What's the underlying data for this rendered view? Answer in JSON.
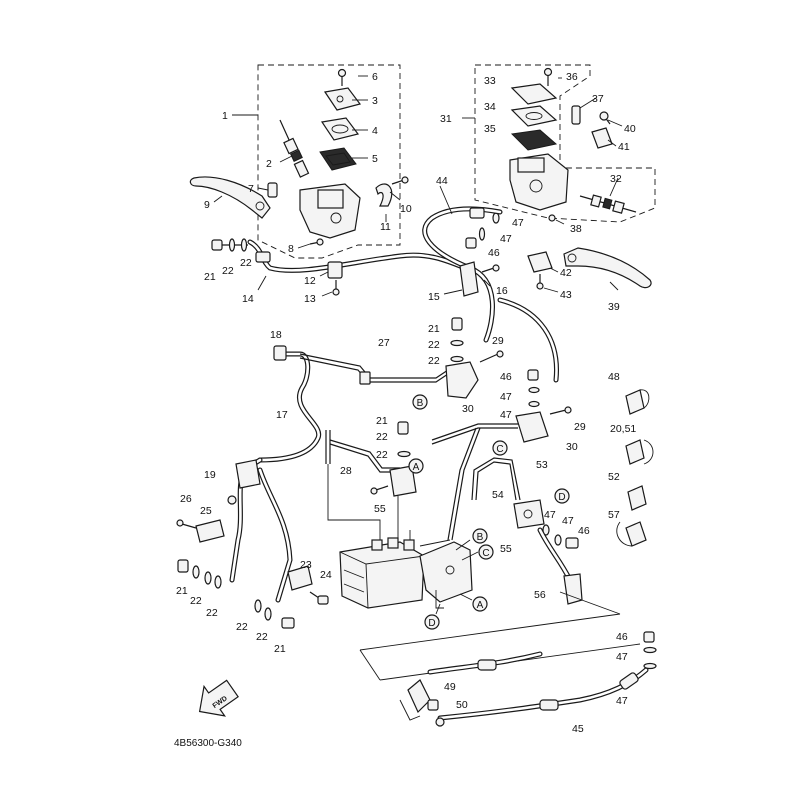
{
  "diagram": {
    "drawing_code": "4B56300-G340",
    "fwd_label": "FWD",
    "callouts": [
      "1",
      "2",
      "3",
      "4",
      "5",
      "6",
      "7",
      "8",
      "9",
      "10",
      "11",
      "12",
      "13",
      "14",
      "15",
      "16",
      "17",
      "18",
      "19",
      "20,51",
      "21",
      "22",
      "23",
      "24",
      "25",
      "26",
      "27",
      "28",
      "29",
      "30",
      "31",
      "32",
      "33",
      "34",
      "35",
      "36",
      "37",
      "38",
      "39",
      "40",
      "41",
      "42",
      "43",
      "44",
      "45",
      "46",
      "47",
      "48",
      "49",
      "50",
      "52",
      "53",
      "54",
      "55",
      "56",
      "57"
    ],
    "connection_letters": [
      "A",
      "B",
      "C",
      "D"
    ]
  }
}
